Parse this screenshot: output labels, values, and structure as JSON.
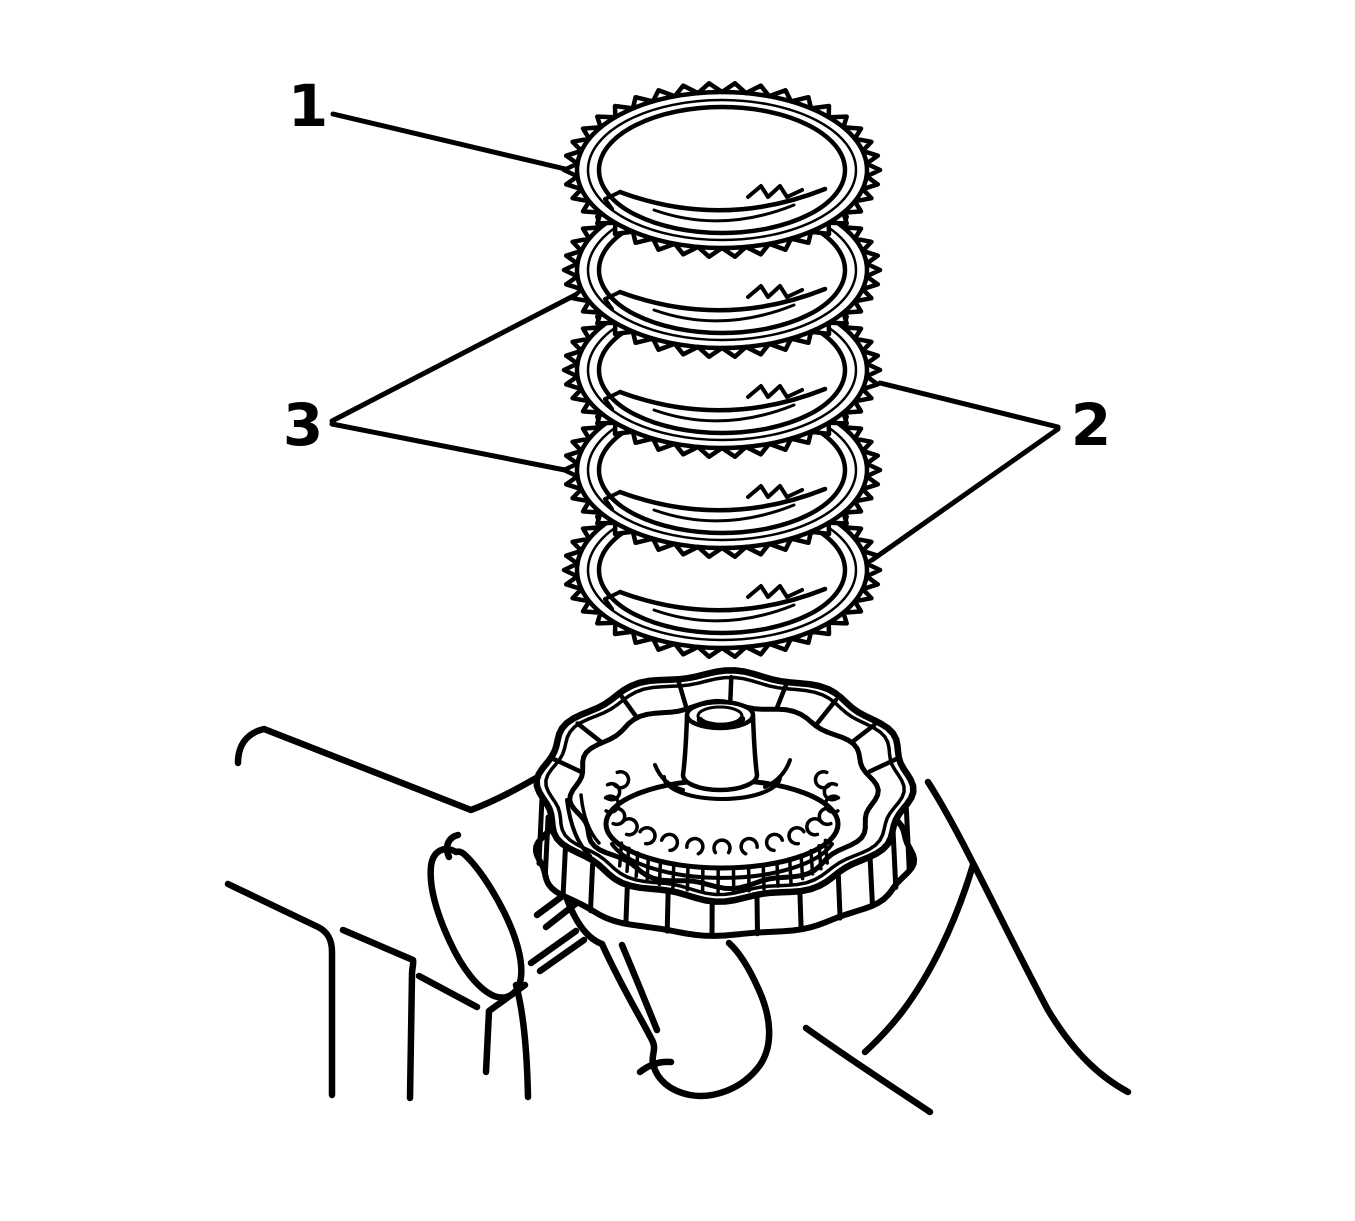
{
  "figure": {
    "type_label": "exploded-parts-diagram",
    "background_color": "#ffffff",
    "line_color": "#000000",
    "callouts": [
      {
        "label": "1"
      },
      {
        "label": "2"
      },
      {
        "label": "3"
      }
    ],
    "ring_count": "5",
    "clip_count": "17"
  }
}
